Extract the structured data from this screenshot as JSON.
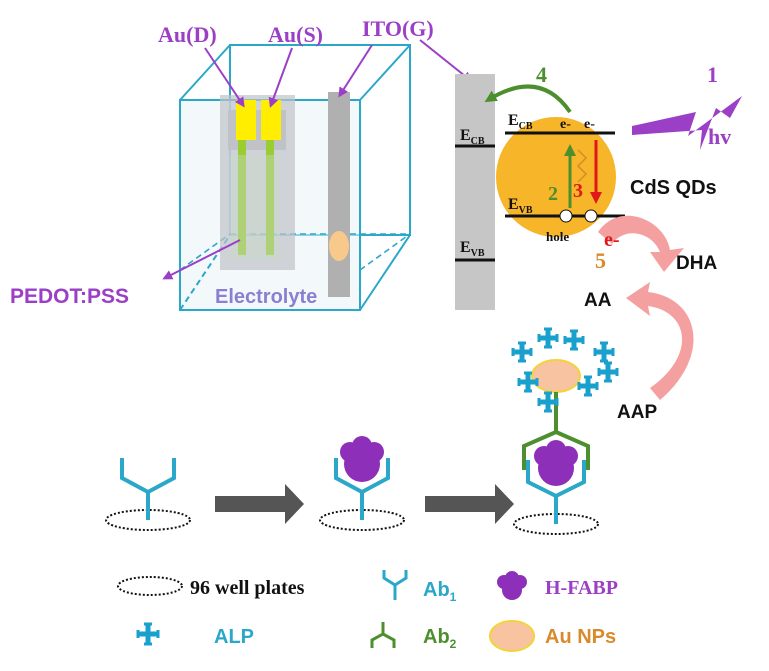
{
  "device": {
    "au_d": "Au(D)",
    "au_s": "Au(S)",
    "ito": "ITO(G)",
    "pedot": "PEDOT:PSS",
    "electrolyte": "Electrolyte"
  },
  "band": {
    "e_cb_ito": "E",
    "e_cb_ito_sub": "CB",
    "e_vb_ito": "E",
    "e_vb_ito_sub": "VB",
    "e_cb_qd": "E",
    "e_cb_qd_sub": "CB",
    "e_vb_qd": "E",
    "e_vb_qd_sub": "VB",
    "electron_1": "e-",
    "electron_2": "e-",
    "hole": "hole",
    "cds": "CdS QDs",
    "light_num": "1",
    "hv": "hv",
    "step2": "2",
    "step3": "3",
    "step4": "4",
    "step5": "5",
    "eminus": "e-",
    "dha": "DHA",
    "aa": "AA",
    "aap": "AAP"
  },
  "legend": {
    "well_plates": "96 well plates",
    "ab1": "Ab",
    "ab1_sub": "1",
    "hfabp": "H-FABP",
    "alp": "ALP",
    "ab2": "Ab",
    "ab2_sub": "2",
    "aunps": "Au NPs"
  },
  "colors": {
    "purple": "#9b3fc6",
    "cyan": "#2aa7c9",
    "green": "#4d8f2e",
    "red": "#e01818",
    "orange": "#d98a2a",
    "pink": "#f4a0a0",
    "gold": "#f7b52a",
    "gray": "#c8c8c8"
  }
}
